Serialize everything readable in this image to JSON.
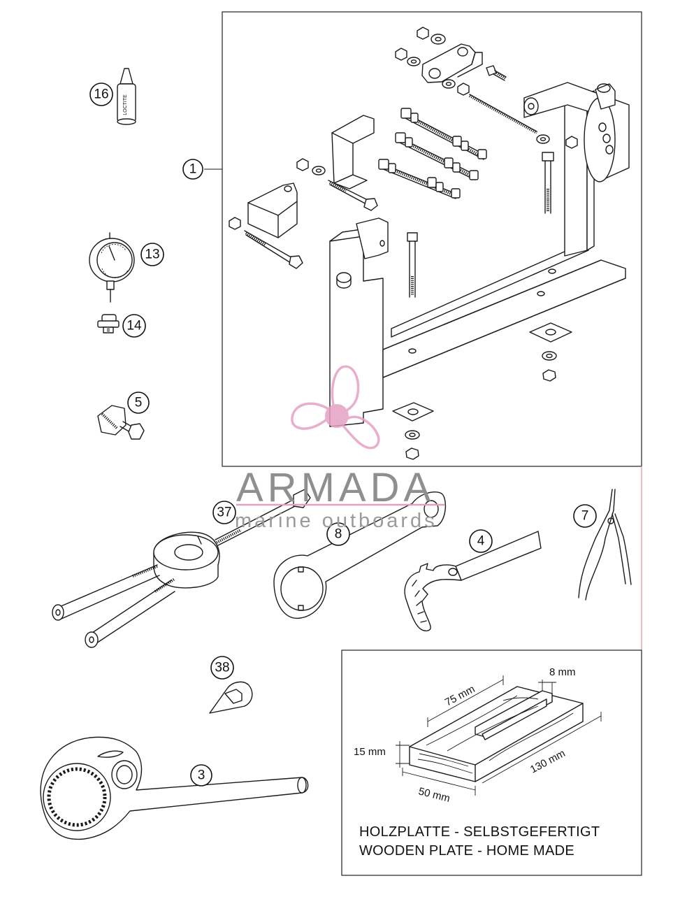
{
  "part_numbers": {
    "p1": "1",
    "p3": "3",
    "p4": "4",
    "p5": "5",
    "p7": "7",
    "p8": "8",
    "p13": "13",
    "p14": "14",
    "p16": "16",
    "p37": "37",
    "p38": "38"
  },
  "wooden_plate": {
    "dim_8": "8 mm",
    "dim_75": "75 mm",
    "dim_15": "15 mm",
    "dim_130": "130 mm",
    "dim_50": "50 mm",
    "caption_de": "HOLZPLATTE - SELBSTGEFERTIGT",
    "caption_en": "WOODEN PLATE - HOME MADE"
  },
  "watermark": {
    "title": "ARMADA",
    "subtitle": "marine outboards",
    "accent_color": "#e6a0c4",
    "line_color": "#e0a0c0"
  }
}
